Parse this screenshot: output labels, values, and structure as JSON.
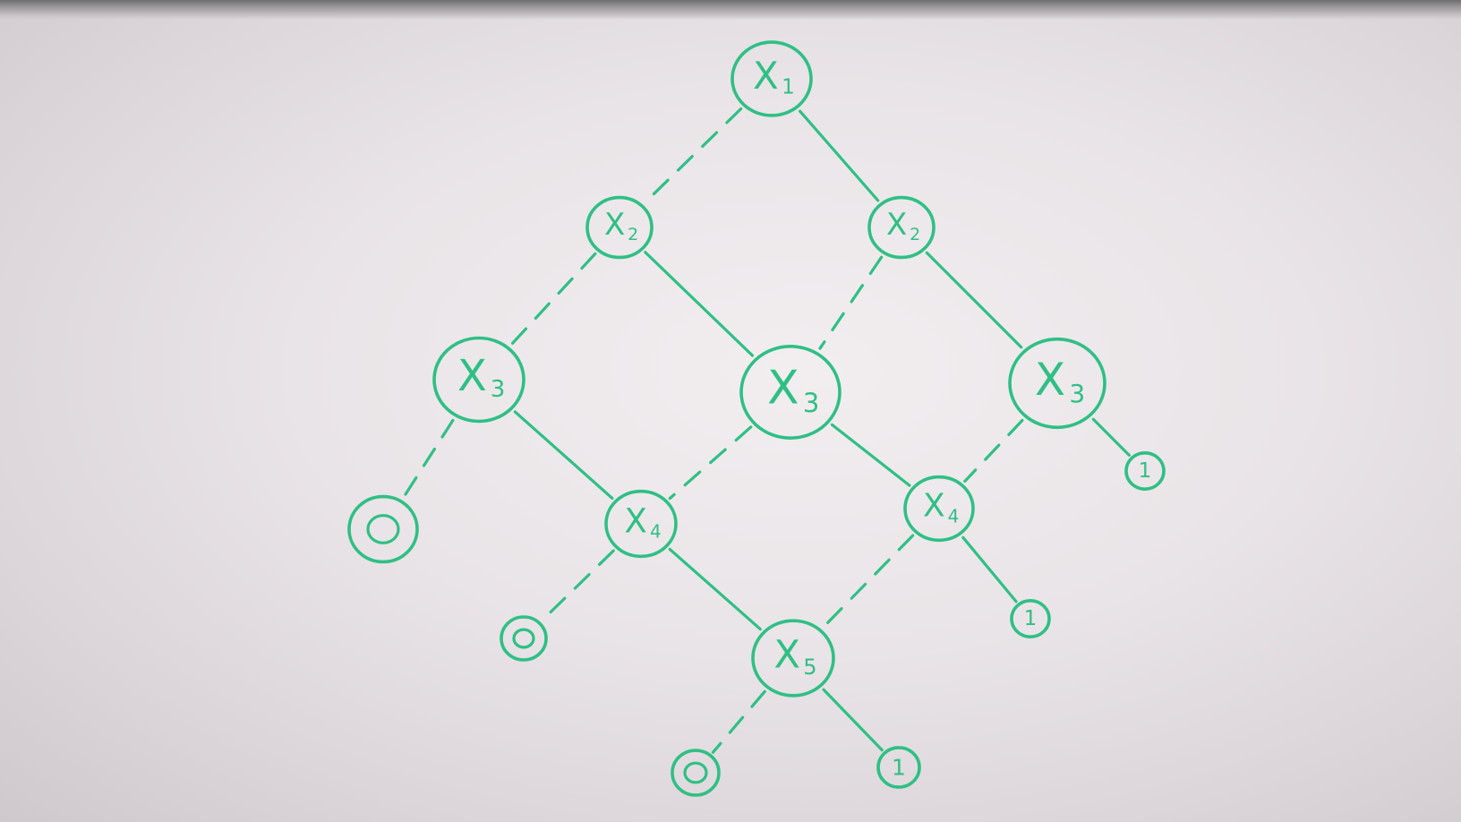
{
  "diagram": {
    "nodes": [
      {
        "id": "n1",
        "var": "X",
        "sub": "1"
      },
      {
        "id": "n2a",
        "var": "X",
        "sub": "2"
      },
      {
        "id": "n2b",
        "var": "X",
        "sub": "2"
      },
      {
        "id": "n3a",
        "var": "X",
        "sub": "3"
      },
      {
        "id": "n3b",
        "var": "X",
        "sub": "3"
      },
      {
        "id": "n3c",
        "var": "X",
        "sub": "3"
      },
      {
        "id": "n4a",
        "var": "X",
        "sub": "4"
      },
      {
        "id": "n4b",
        "var": "X",
        "sub": "4"
      },
      {
        "id": "n5",
        "var": "X",
        "sub": "5"
      }
    ],
    "leaves": [
      {
        "id": "t0a",
        "value": "0"
      },
      {
        "id": "t0b",
        "value": "0"
      },
      {
        "id": "t0c",
        "value": "0"
      },
      {
        "id": "t1a",
        "value": "1"
      },
      {
        "id": "t1b",
        "value": "1"
      },
      {
        "id": "t1c",
        "value": "1"
      }
    ],
    "edges": [
      {
        "from": "n1",
        "to": "n2a",
        "style": "dashed"
      },
      {
        "from": "n1",
        "to": "n2b",
        "style": "solid"
      },
      {
        "from": "n2a",
        "to": "n3a",
        "style": "dashed"
      },
      {
        "from": "n2a",
        "to": "n3b",
        "style": "solid"
      },
      {
        "from": "n2b",
        "to": "n3b",
        "style": "dashed"
      },
      {
        "from": "n2b",
        "to": "n3c",
        "style": "solid"
      },
      {
        "from": "n3a",
        "to": "t0a",
        "style": "dashed"
      },
      {
        "from": "n3a",
        "to": "n4a",
        "style": "solid"
      },
      {
        "from": "n3b",
        "to": "n4a",
        "style": "dashed"
      },
      {
        "from": "n3b",
        "to": "n4b",
        "style": "solid"
      },
      {
        "from": "n3c",
        "to": "n4b",
        "style": "dashed"
      },
      {
        "from": "n3c",
        "to": "t1a",
        "style": "solid"
      },
      {
        "from": "n4a",
        "to": "t0b",
        "style": "dashed"
      },
      {
        "from": "n4a",
        "to": "n5",
        "style": "solid"
      },
      {
        "from": "n4b",
        "to": "n5",
        "style": "dashed"
      },
      {
        "from": "n4b",
        "to": "t1b",
        "style": "solid"
      },
      {
        "from": "n5",
        "to": "t0c",
        "style": "dashed"
      },
      {
        "from": "n5",
        "to": "t1c",
        "style": "solid"
      }
    ]
  }
}
